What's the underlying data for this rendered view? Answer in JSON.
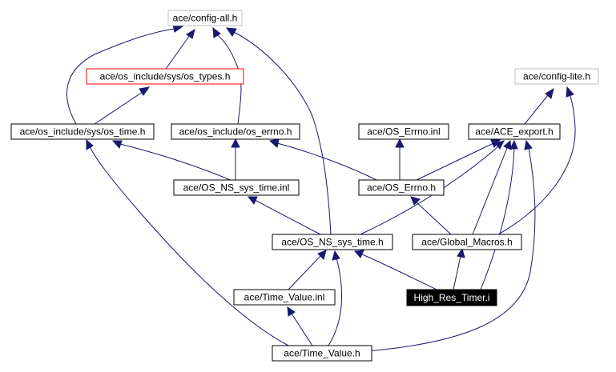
{
  "nodes": {
    "config_all": "ace/config-all.h",
    "os_types": "ace/os_include/sys/os_types.h",
    "config_lite": "ace/config-lite.h",
    "os_time": "ace/os_include/sys/os_time.h",
    "os_errno": "ace/os_include/os_errno.h",
    "os_errno_inl": "ace/OS_Errno.inl",
    "ace_export": "ace/ACE_export.h",
    "ns_sys_time_inl": "ace/OS_NS_sys_time.inl",
    "os_errno_h": "ace/OS_Errno.h",
    "ns_sys_time_h": "ace/OS_NS_sys_time.h",
    "global_macros": "ace/Global_Macros.h",
    "time_value_inl": "ace/Time_Value.inl",
    "high_res_timer": "High_Res_Timer.i",
    "time_value_h": "ace/Time_Value.h"
  },
  "colors": {
    "edge": "#191970",
    "node_border": "#000000",
    "faded_border": "#bfbfbf",
    "red_border": "#ff0000",
    "highlight_fill": "#000000",
    "highlight_text": "#ffffff"
  }
}
